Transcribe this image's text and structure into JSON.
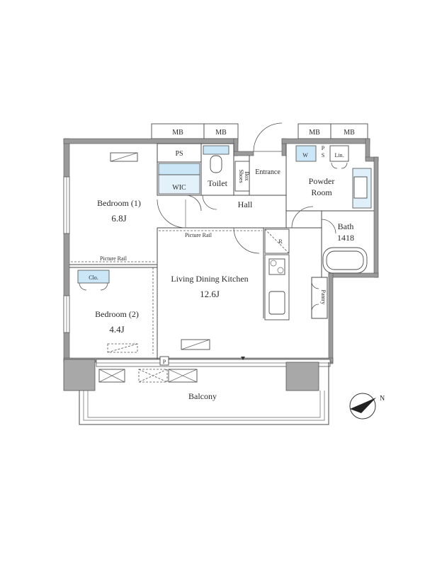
{
  "plan": {
    "rooms": {
      "bedroom1": {
        "name": "Bedroom (1)",
        "size": "6.8J"
      },
      "bedroom2": {
        "name": "Bedroom (2)",
        "size": "4.4J"
      },
      "ldk": {
        "name": "Living Dining Kitchen",
        "size": "12.6J"
      },
      "bath": {
        "name": "Bath",
        "size": "1418"
      },
      "powder": {
        "line1": "Powder",
        "line2": "Room"
      },
      "balcony": "Balcony",
      "hall": "Hall",
      "toilet": "Toilet",
      "entrance": "Entrance",
      "wic": "WIC",
      "closet": "Clo.",
      "pantry": "Pantry",
      "shoes_box": {
        "line1": "Shoes",
        "line2": "Box"
      },
      "linen": "Lin."
    },
    "meter_boxes": [
      "MB",
      "MB",
      "MB",
      "MB"
    ],
    "pipe_space": "PS",
    "small_ps": {
      "p": "P",
      "s": "S"
    },
    "picture_rail_1": "Picture Rail",
    "picture_rail_2": "Picture Rail",
    "refrigerator": "R",
    "washer": "W",
    "balcony_p": "P",
    "compass": "N",
    "colors": {
      "fixture_blue": "#cbe6f6",
      "wall": "#9a9a9a",
      "line": "#4a4a4a"
    }
  }
}
